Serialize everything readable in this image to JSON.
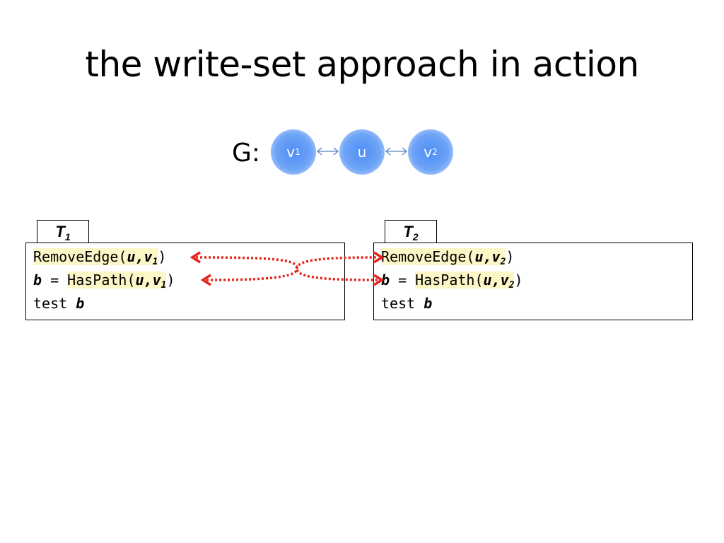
{
  "title": "the write-set approach in action",
  "graph": {
    "label": "G:",
    "nodes": [
      {
        "base": "v",
        "sub": "1"
      },
      {
        "base": "u",
        "sub": ""
      },
      {
        "base": "v",
        "sub": "2"
      }
    ]
  },
  "transactions": [
    {
      "name": "T",
      "sub": "1",
      "call1": {
        "fn": "RemoveEdge(",
        "args": "u,v",
        "sub": "1",
        "close": ")"
      },
      "assign": {
        "var": "b",
        "eq": " = ",
        "fn": "HasPath(",
        "args": "u,v",
        "sub": "1",
        "close": ")"
      },
      "test": {
        "kw": "test ",
        "var": "b"
      }
    },
    {
      "name": "T",
      "sub": "2",
      "call1": {
        "fn": "RemoveEdge(",
        "args": "u,v",
        "sub": "2",
        "close": ")"
      },
      "assign": {
        "var": "b",
        "eq": " = ",
        "fn": "HasPath(",
        "args": "u,v",
        "sub": "2",
        "close": ")"
      },
      "test": {
        "kw": "test ",
        "var": "b"
      }
    }
  ],
  "colors": {
    "conflict_arrow": "#e8231a",
    "highlight": "#fdf6c6",
    "node": "#5a97f5",
    "graph_edge": "#5b84c4"
  }
}
